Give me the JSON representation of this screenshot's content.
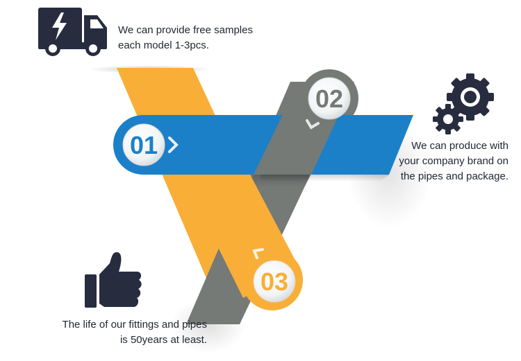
{
  "colors": {
    "orange": "#f9ae37",
    "blue": "#1b80c8",
    "gray": "#757a77",
    "icon_dark": "#272d3e",
    "text": "#1f2530"
  },
  "steps": [
    {
      "number": "01",
      "color": "blue",
      "arrow": "right"
    },
    {
      "number": "02",
      "color": "gray",
      "arrow": "down-left"
    },
    {
      "number": "03",
      "color": "orange",
      "arrow": "up-left"
    }
  ],
  "features": {
    "samples": {
      "icon": "delivery-truck-icon",
      "line1": "We can provide free samples",
      "line2": "each model 1-3pcs."
    },
    "branding": {
      "icon": "gears-icon",
      "line1": "We can produce with",
      "line2": "your company brand on",
      "line3": "the pipes and package."
    },
    "lifetime": {
      "icon": "thumbs-up-icon",
      "line1": "The life of our fittings and  pipes",
      "line2": "is 50years at least."
    }
  }
}
